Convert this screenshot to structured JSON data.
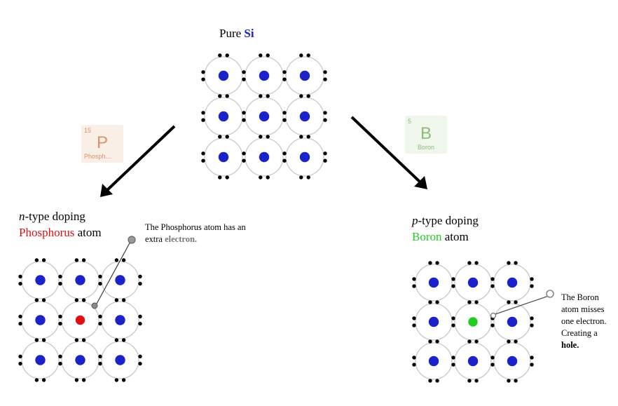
{
  "pure": {
    "prefix": "Pure ",
    "element": "Si"
  },
  "n_type": {
    "heading_italic": "n",
    "heading_rest": "-type doping",
    "atom_name": "Phosphorus",
    "atom_suffix": " atom",
    "note_line1": "The Phosphorus atom has an",
    "note_line2_plain": "extra ",
    "note_line2_bold": "electron."
  },
  "p_type": {
    "heading_italic": "p",
    "heading_rest": "-type doping",
    "atom_name": "Boron",
    "atom_suffix": " atom",
    "note_line1": "The Boron",
    "note_line2": "atom misses",
    "note_line3": "one electron.",
    "note_line4": "Creating a",
    "note_line5": "hole."
  },
  "tiles": {
    "phosphorus": {
      "number": "15",
      "symbol": "P",
      "name": "Phosph..."
    },
    "boron": {
      "number": "5",
      "symbol": "B",
      "name": "Boron"
    }
  },
  "colors": {
    "silicon": "#1a22c8",
    "phosphorus": "#e01010",
    "boron": "#22cc22",
    "electron": "#000000",
    "bond_arc": "#c8c8c8",
    "extra_electron": "#8a8a8a"
  }
}
